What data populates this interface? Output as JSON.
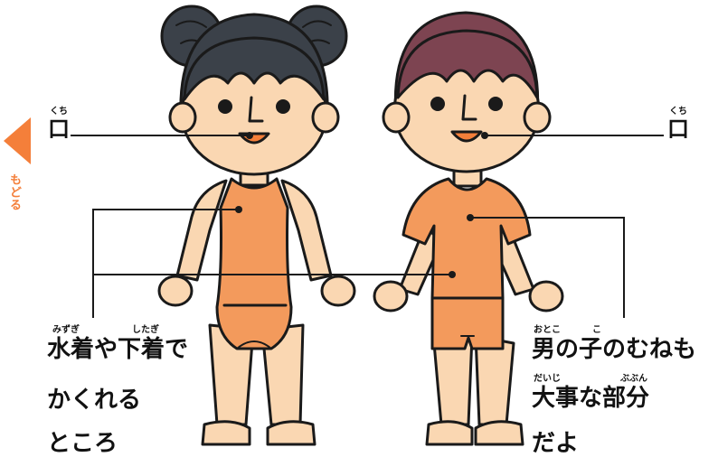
{
  "nav": {
    "back_label": "もどる"
  },
  "labels": {
    "mouth_left": {
      "kanji": "口",
      "ruby": "くち"
    },
    "mouth_right": {
      "kanji": "口",
      "ruby": "くち"
    }
  },
  "left_caption": {
    "ruby_1": "みずぎ",
    "ruby_2": "したぎ",
    "line1": "水着や下着で",
    "line2": "かくれる",
    "line3": "ところ"
  },
  "right_caption": {
    "ruby_1": "おとこ",
    "ruby_2": "こ",
    "ruby_3": "だいじ",
    "ruby_4": "ぶぶん",
    "line1": "男の子のむねも",
    "line2": "大事な部分",
    "line3": "だよ"
  },
  "colors": {
    "accent": "#f47f3a",
    "skin": "#fad7b2",
    "swimsuit": "#f39a5c",
    "girl_hair": "#3b4149",
    "boy_hair": "#7d4451",
    "outline": "#1a1a1a"
  }
}
